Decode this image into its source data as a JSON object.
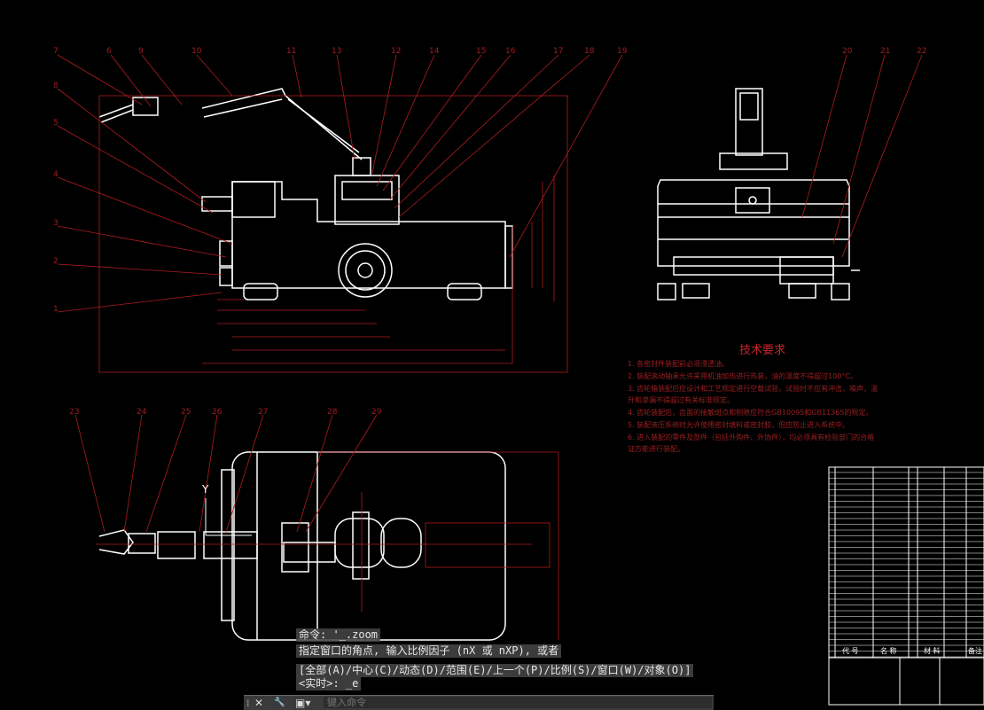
{
  "command": {
    "history": [
      "命令: '_.zoom",
      "指定窗口的角点, 输入比例因子 (nX 或 nXP), 或者",
      "[全部(A)/中心(C)/动态(D)/范围(E)/上一个(P)/比例(S)/窗口(W)/对象(O)]",
      "<实时>: _e"
    ],
    "input_placeholder": "键入命令",
    "close_glyph": "✕",
    "wrench_glyph": "🔧",
    "menu_glyph": "▣▾"
  },
  "drawing": {
    "tech_title": "技术要求",
    "tech_notes": [
      "1. 各密封件装配前必须浸透油。",
      "2. 装配滚动轴承允许采用机油加热进行热装，油的温度不得超过100°C。",
      "3. 齿轮箱装配后应设计和工艺规定进行空载试验，试验时不应有冲击、噪声，温",
      "升和渗漏不得超过有关标准规定。",
      "4. 齿轮装配后，齿面的接触斑点和侧隙应符合GB10095和GB11365的规定。",
      "5. 装配液压系统时允许使用密封填料或密封胶，但应防止进入系统中。",
      "6. 进入装配的零件及部件（包括外购件、外协件），均必须具有检验部门的合格",
      "证方能进行装配。"
    ],
    "ucs_label": "Y",
    "balloons_top": [
      "7",
      "6",
      "9",
      "10",
      "11",
      "13",
      "12",
      "14",
      "15",
      "16",
      "17",
      "18",
      "19"
    ],
    "balloons_left": [
      "8",
      "5",
      "4",
      "3",
      "2",
      "1"
    ],
    "balloons_side": [
      "20",
      "21",
      "22"
    ],
    "balloons_plan": [
      "23",
      "24",
      "25",
      "26",
      "27",
      "28",
      "29"
    ],
    "title_block_headers": [
      "代 号",
      "名 称",
      "材 料",
      "备注"
    ]
  },
  "colors": {
    "outline": "#ffffff",
    "dimension": "#b01c20",
    "background": "#000000"
  }
}
